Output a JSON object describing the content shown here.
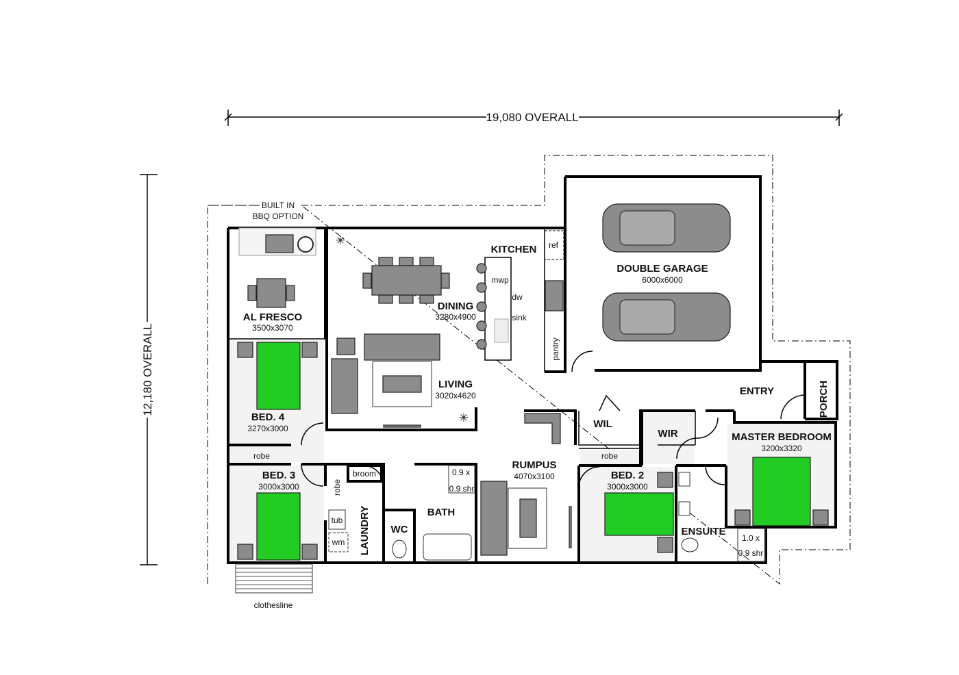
{
  "dimensions": {
    "width_overall": "19,080 OVERALL",
    "depth_overall": "12,180 OVERALL"
  },
  "notes": {
    "bbq_line1": "BUILT IN",
    "bbq_line2": "BBQ OPTION",
    "clothesline": "clothesline"
  },
  "rooms": {
    "alfresco": {
      "name": "AL FRESCO",
      "size": "3500x3070"
    },
    "kitchen": {
      "name": "KITCHEN",
      "ref": "ref",
      "mwp": "mwp",
      "dw": "dw",
      "sink": "sink",
      "pantry": "pantry"
    },
    "dining": {
      "name": "DINING",
      "size": "3280x4900"
    },
    "living": {
      "name": "LIVING",
      "size": "3020x4620"
    },
    "garage": {
      "name": "DOUBLE GARAGE",
      "size": "6000x6000"
    },
    "entry": {
      "name": "ENTRY"
    },
    "porch": {
      "name": "PORCH"
    },
    "bed4": {
      "name": "BED. 4",
      "size": "3270x3000",
      "robe": "robe"
    },
    "bed3": {
      "name": "BED. 3",
      "size": "3000x3000"
    },
    "laundry": {
      "name": "LAUNDRY",
      "robe": "robe",
      "broom": "broom",
      "tub": "tub",
      "wm": "wm"
    },
    "wc": {
      "name": "WC"
    },
    "bath": {
      "name": "BATH",
      "shower_line1": "0.9 x",
      "shower_line2": "0.9 shr"
    },
    "rumpus": {
      "name": "RUMPUS",
      "size": "4070x3100"
    },
    "wil": {
      "name": "WIL"
    },
    "wir": {
      "name": "WIR"
    },
    "bed2": {
      "name": "BED. 2",
      "size": "3000x3000",
      "robe": "robe"
    },
    "master": {
      "name": "MASTER BEDROOM",
      "size": "3200x3320"
    },
    "ensuite": {
      "name": "ENSUITE",
      "shower_line1": "1.0 x",
      "shower_line2": "0.9 shr"
    }
  },
  "colors": {
    "bed": "#22cc22",
    "furniture": "#8c8c8c",
    "wall": "#000000"
  }
}
